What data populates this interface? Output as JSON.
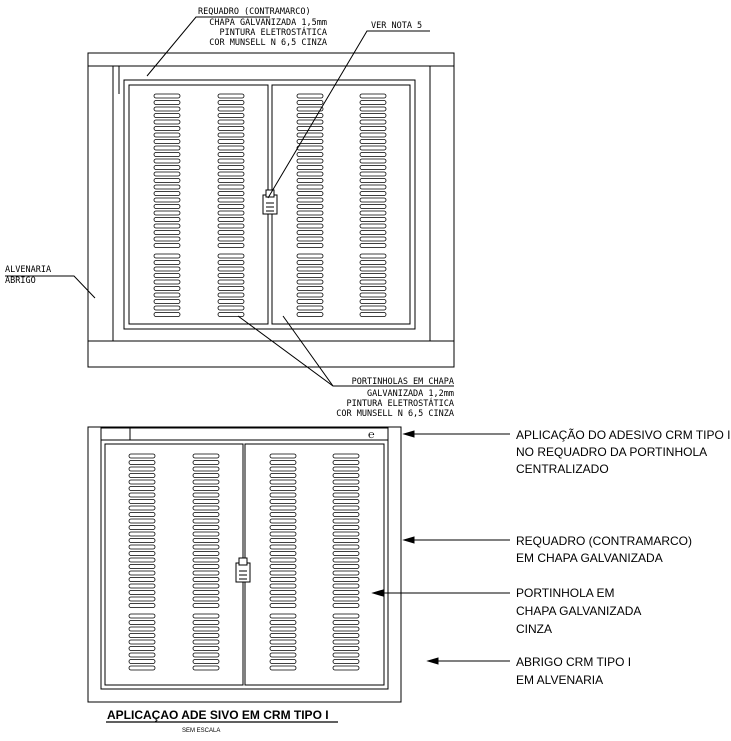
{
  "top_view": {
    "frame_label": [
      "REQUADRO (CONTRAMARCO)",
      "CHAPA GALVANIZADA 1,5mm",
      "PINTURA ELETROSTÁTICA",
      "COR MUNSELL N 6,5 CINZA"
    ],
    "note_label": "VER NOTA 5",
    "wall_label": [
      "ALVENARIA",
      "ABRIGO"
    ],
    "doors_label": [
      "PORTINHOLAS EM CHAPA",
      "GALVANIZADA 1,2mm",
      "PINTURA ELETROSTÁTICA",
      "COR MUNSELL N 6,5 CINZA"
    ]
  },
  "bottom_view": {
    "callouts": [
      [
        "APLICAÇÃO DO ADESIVO CRM TIPO I",
        "NO REQUADRO DA PORTINHOLA",
        "CENTRALIZADO"
      ],
      [
        "REQUADRO (CONTRAMARCO)",
        "EM CHAPA GALVANIZADA"
      ],
      [
        "PORTINHOLA EM",
        "CHAPA GALVANIZADA",
        "CINZA"
      ],
      [
        "ABRIGO CRM TIPO I",
        "EM ALVENARIA"
      ]
    ],
    "title": "APLICAÇAO ADE SIVO EM CRM TIPO I",
    "subtitle": "SEM ESCALA",
    "logo_glyph": "℮"
  }
}
